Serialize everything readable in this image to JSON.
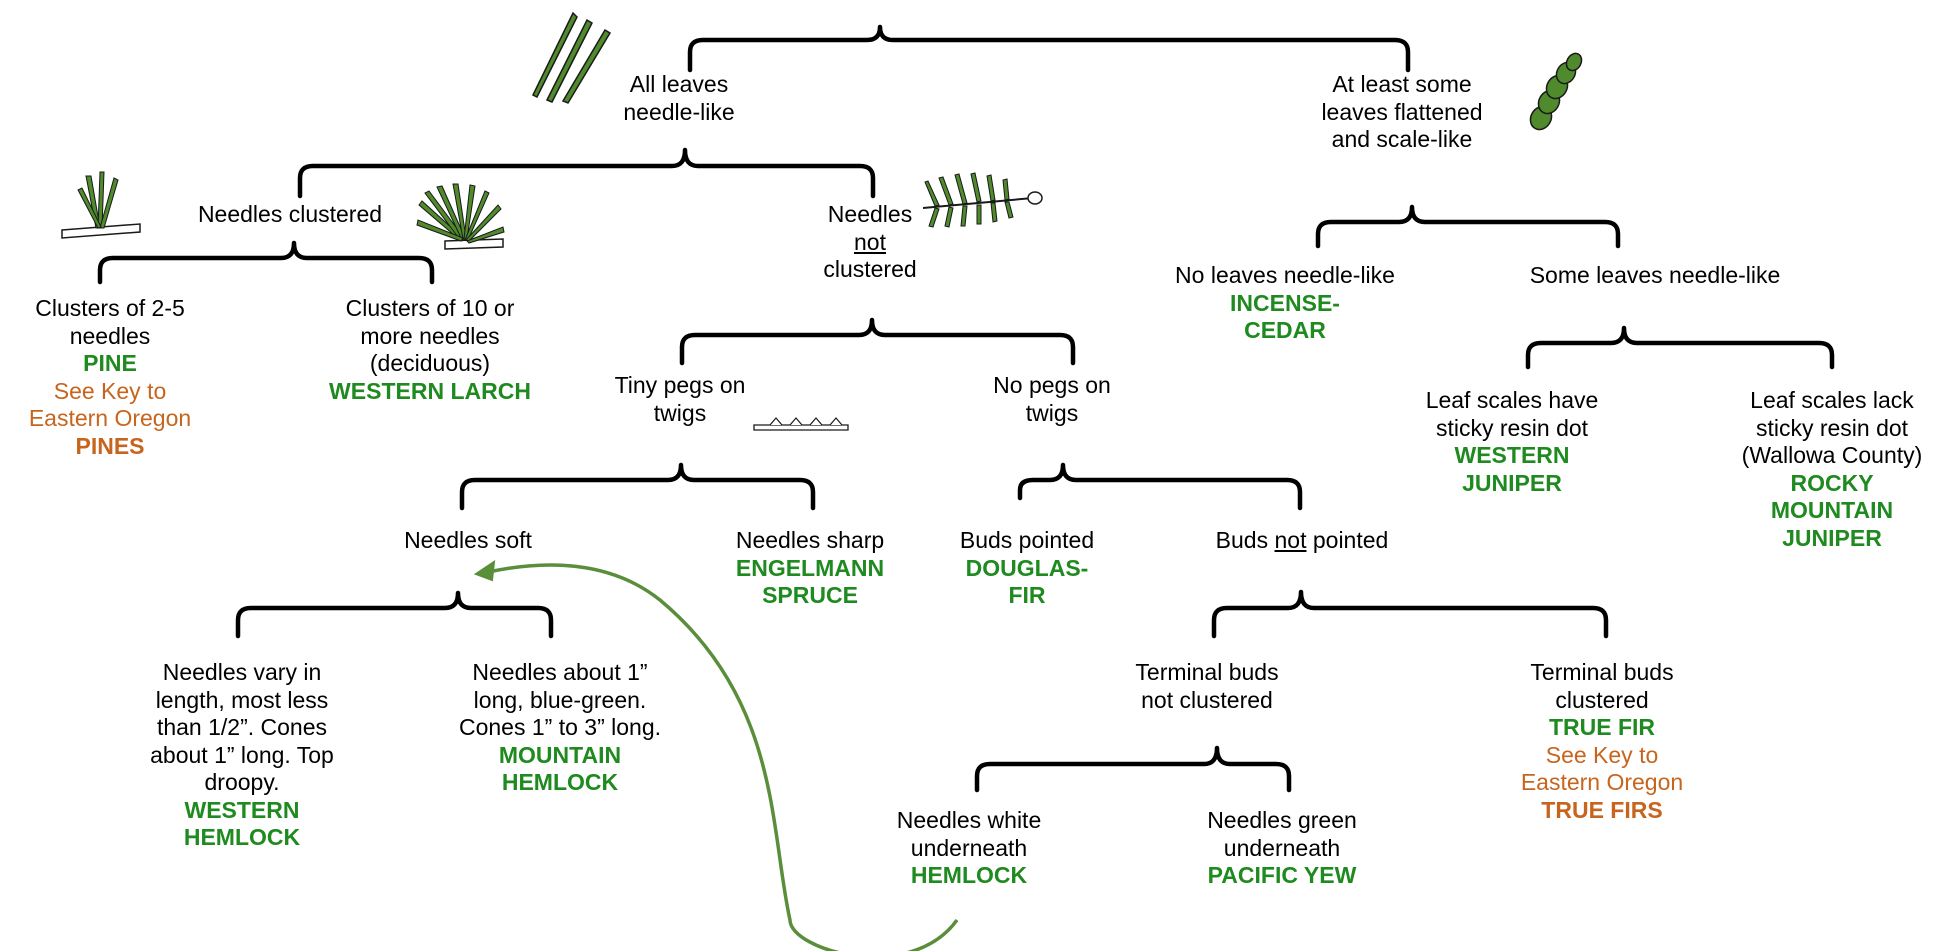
{
  "colors": {
    "species": "#1f8a1f",
    "reference": "#c7651e",
    "bracket": "#000000",
    "arrow": "#5a8e3a",
    "leaf": "#4f8a2c"
  },
  "icons": {
    "needles_bundle": "needle-bundle-icon",
    "scale_leaf": "scale-leaf-icon",
    "needle_cluster_small": "needle-cluster-small-icon",
    "needle_cluster_large": "needle-cluster-large-icon",
    "needle_branch": "needle-branch-icon",
    "twig_pegs": "twig-pegs-icon"
  },
  "nodes": {
    "needle_like": {
      "lines": [
        "All leaves",
        "needle-like"
      ]
    },
    "scale_like": {
      "lines": [
        "At least some",
        "leaves flattened",
        "and scale-like"
      ]
    },
    "needles_clustered": {
      "lines": [
        "Needles clustered"
      ]
    },
    "needles_not_clustered": {
      "l1": "Needles",
      "l2": "not",
      "l3": "clustered"
    },
    "no_needle_like": {
      "lines": [
        "No leaves needle-like"
      ],
      "species": [
        "INCENSE-",
        "CEDAR"
      ]
    },
    "some_needle_like": {
      "lines": [
        "Some leaves needle-like"
      ]
    },
    "clusters_2_5": {
      "lines": [
        "Clusters of 2-5",
        "needles"
      ],
      "species": [
        "PINE"
      ],
      "ref": [
        "See Key to",
        "Eastern Oregon"
      ],
      "ref_bold": [
        "PINES"
      ]
    },
    "clusters_10": {
      "lines": [
        "Clusters of 10 or",
        "more needles",
        "(deciduous)"
      ],
      "species": [
        "WESTERN LARCH"
      ]
    },
    "tiny_pegs": {
      "lines": [
        "Tiny pegs on",
        "twigs"
      ]
    },
    "no_pegs": {
      "lines": [
        "No pegs on",
        "twigs"
      ]
    },
    "resin_dot": {
      "lines": [
        "Leaf scales have",
        "sticky resin dot"
      ],
      "species": [
        "WESTERN",
        "JUNIPER"
      ]
    },
    "no_resin_dot": {
      "lines": [
        "Leaf scales lack",
        "sticky resin dot",
        "(Wallowa County)"
      ],
      "species": [
        "ROCKY",
        "MOUNTAIN",
        "JUNIPER"
      ]
    },
    "needles_soft": {
      "lines": [
        "Needles soft"
      ]
    },
    "needles_sharp": {
      "lines": [
        "Needles sharp"
      ],
      "species": [
        "ENGELMANN",
        "SPRUCE"
      ]
    },
    "buds_pointed": {
      "lines": [
        "Buds pointed"
      ],
      "species": [
        "DOUGLAS-",
        "FIR"
      ]
    },
    "buds_not_pointed": {
      "l1": "Buds ",
      "l2": "not",
      "l3": " pointed"
    },
    "needles_vary": {
      "lines": [
        "Needles vary in",
        "length, most less",
        "than 1/2”. Cones",
        "about 1” long. Top",
        "droopy."
      ],
      "species": [
        "WESTERN",
        "HEMLOCK"
      ]
    },
    "needles_1in": {
      "lines": [
        "Needles about 1”",
        "long, blue-green.",
        "Cones 1” to 3” long."
      ],
      "species": [
        "MOUNTAIN",
        "HEMLOCK"
      ]
    },
    "terminal_not_clustered": {
      "lines": [
        "Terminal buds",
        "not clustered"
      ]
    },
    "terminal_clustered": {
      "lines": [
        "Terminal buds",
        "clustered"
      ],
      "species": [
        "TRUE FIR"
      ],
      "ref": [
        "See Key to",
        "Eastern Oregon"
      ],
      "ref_bold": [
        "TRUE FIRS"
      ]
    },
    "needles_white": {
      "lines": [
        "Needles white",
        "underneath"
      ],
      "species": [
        "HEMLOCK"
      ]
    },
    "needles_green": {
      "lines": [
        "Needles green",
        "underneath"
      ],
      "species": [
        "PACIFIC YEW"
      ]
    }
  }
}
